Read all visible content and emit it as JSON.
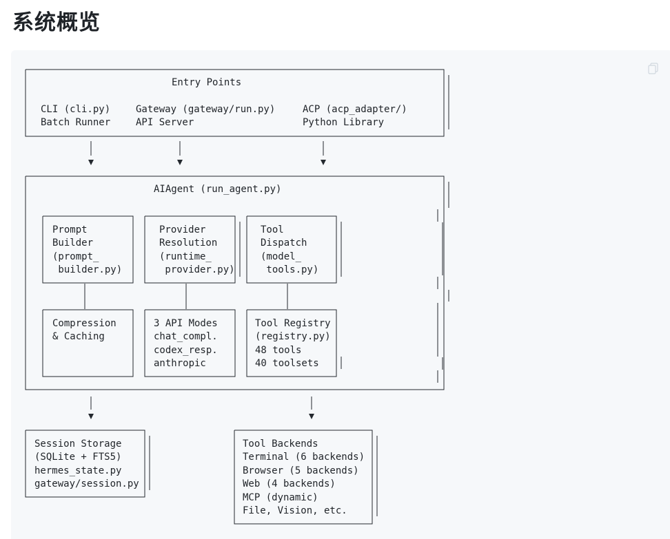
{
  "page": {
    "title": "系统概览"
  },
  "code_block": {
    "copy_icon": "copy-icon"
  },
  "diagram": {
    "entry_points": {
      "title": "Entry Points",
      "col1_line1": "CLI (cli.py)",
      "col1_line2": "Batch Runner",
      "col2_line1": "Gateway (gateway/run.py)",
      "col2_line2": "API Server",
      "col3_line1": "ACP (acp_adapter/)",
      "col3_line2": "Python Library"
    },
    "aiagent": {
      "title": "AIAgent (run_agent.py)",
      "prompt_builder": [
        "Prompt",
        "Builder",
        "(prompt_",
        " builder.py)"
      ],
      "provider_resolution": [
        "Provider",
        "Resolution",
        "(runtime_",
        " provider.py)"
      ],
      "tool_dispatch": [
        "Tool",
        "Dispatch",
        "(model_",
        " tools.py)"
      ],
      "compression": [
        "Compression",
        "& Caching"
      ],
      "api_modes": [
        "3 API Modes",
        "chat_compl.",
        "codex_resp.",
        "anthropic"
      ],
      "tool_registry": [
        "Tool Registry",
        "(registry.py)",
        "48 tools",
        "40 toolsets"
      ]
    },
    "session_storage": [
      "Session Storage",
      "(SQLite + FTS5)",
      "hermes_state.py",
      "gateway/session.py"
    ],
    "tool_backends": [
      "Tool Backends",
      "Terminal (6 backends)",
      "Browser (5 backends)",
      "Web (4 backends)",
      "MCP (dynamic)",
      "File, Vision, etc."
    ]
  }
}
